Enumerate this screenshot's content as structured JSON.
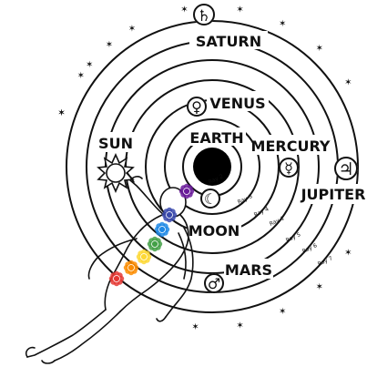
{
  "planets": {
    "saturn": "SATURN",
    "venus": "VENUS",
    "earth": "EARTH",
    "mercury": "MERCURY",
    "sun": "SUN",
    "jupiter": "JUPITER",
    "moon": "MOON",
    "mars": "MARS"
  },
  "symbols": {
    "saturn": "♄",
    "venus": "♀",
    "mercury": "☿",
    "jupiter": "♃",
    "moon": "☾",
    "mars": "♂"
  },
  "rays": [
    "Ray 2",
    "Ray 3",
    "Ray 4",
    "Ray 1",
    "Ray 5",
    "Ray 6",
    "Ray 7"
  ],
  "stars": "✶",
  "chakra_colors": [
    "#6a1b9a",
    "#3949ab",
    "#1e88e5",
    "#43a047",
    "#fdd835",
    "#fb8c00",
    "#e53935"
  ]
}
